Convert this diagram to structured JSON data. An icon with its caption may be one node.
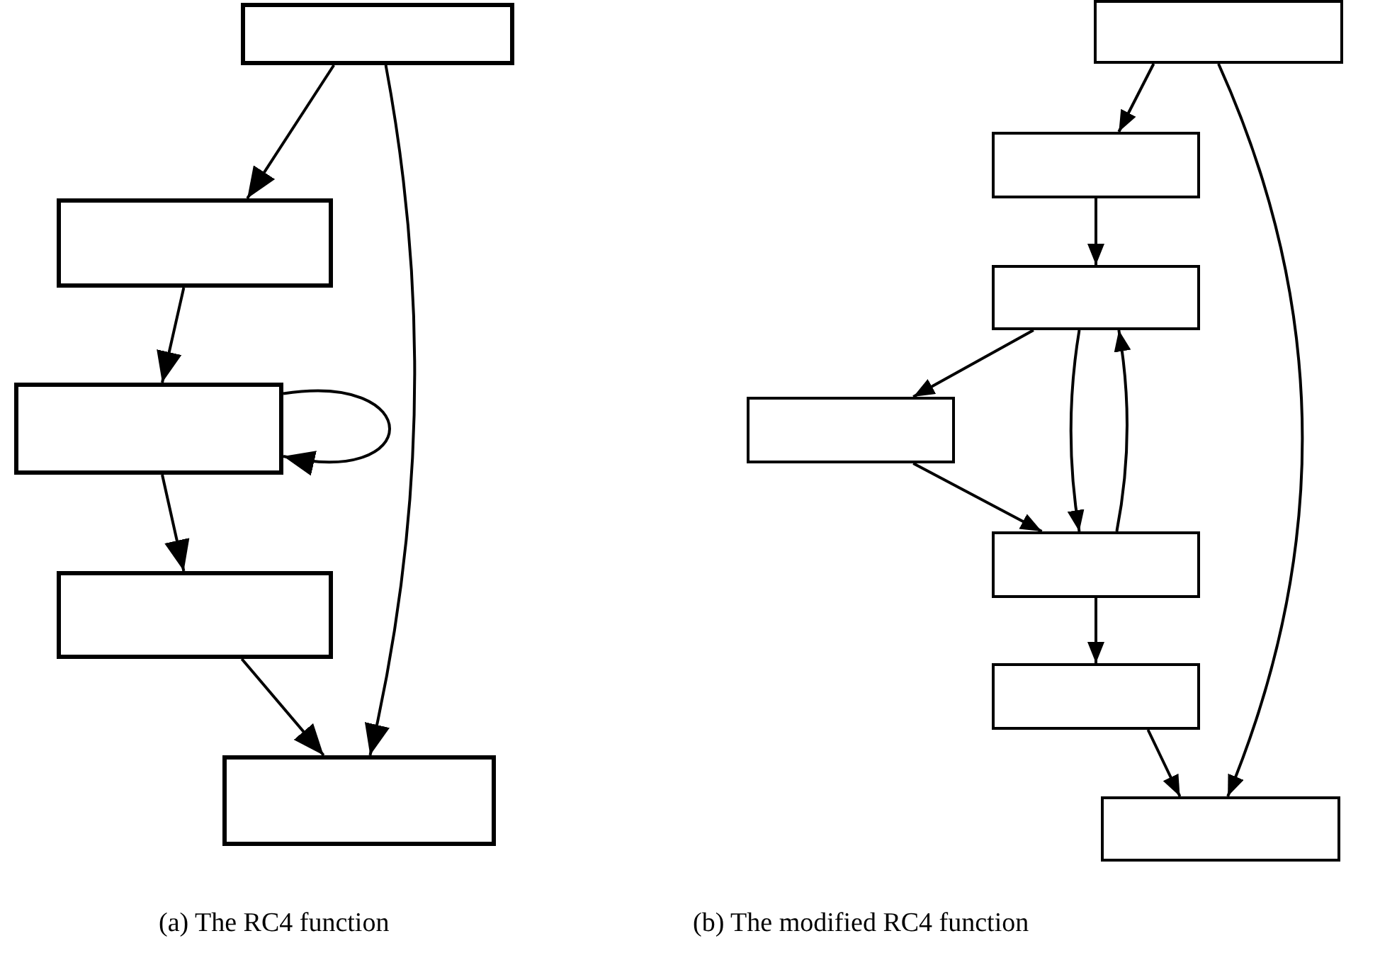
{
  "diagram": {
    "nodes": [
      {
        "text": [],
        "shape": "box"
      },
      {
        "text": [],
        "shape": "box"
      },
      {
        "text": [],
        "shape": "box"
      },
      {
        "text": [],
        "shape": "box"
      },
      {
        "text": [],
        "shape": "box"
      },
      {
        "text": [],
        "shape": "box"
      },
      {
        "text": [],
        "shape": "box"
      },
      {
        "text": [],
        "shape": "box"
      },
      {
        "text": [],
        "shape": "box"
      },
      {
        "text": [],
        "shape": "box"
      },
      {
        "text": [],
        "shape": "box"
      },
      {
        "text": [],
        "shape": "box"
      }
    ],
    "edges": [
      {
        "from": 0,
        "to": 1,
        "arrow": "to"
      },
      {
        "from": 1,
        "to": 2,
        "arrow": "to"
      },
      {
        "from": 2,
        "to": 2,
        "arrow": "to"
      },
      {
        "from": 2,
        "to": 3,
        "arrow": "to"
      },
      {
        "from": 3,
        "to": 4,
        "arrow": "to"
      },
      {
        "from": 0,
        "to": 4,
        "arrow": "to"
      },
      {
        "from": 5,
        "to": 6,
        "arrow": "to"
      },
      {
        "from": 6,
        "to": 7,
        "arrow": "to"
      },
      {
        "from": 7,
        "to": 8,
        "arrow": "to"
      },
      {
        "from": 7,
        "to": 9,
        "arrow": "to"
      },
      {
        "from": 9,
        "to": 7,
        "arrow": "to"
      },
      {
        "from": 8,
        "to": 9,
        "arrow": "to"
      },
      {
        "from": 9,
        "to": 10,
        "arrow": "to"
      },
      {
        "from": 10,
        "to": 11,
        "arrow": "to"
      },
      {
        "from": 5,
        "to": 11,
        "arrow": "to"
      }
    ],
    "labels": [
      "(a) The RC4 function",
      "(b) The modified RC4 function"
    ]
  }
}
